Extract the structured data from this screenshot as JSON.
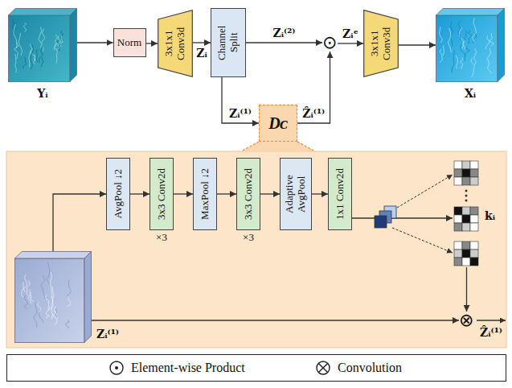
{
  "diagram": {
    "nodes": [
      {
        "text": [
          "Yᵢ"
        ]
      },
      {
        "text": [
          "Norm"
        ]
      },
      {
        "text": [
          "3x1x1 Conv3d"
        ]
      },
      {
        "text": [
          "Channel Split"
        ]
      },
      {
        "text": [
          "⊙"
        ]
      },
      {
        "text": [
          "Dᴄ"
        ]
      },
      {
        "text": [
          "3x1x1 Conv3d"
        ]
      },
      {
        "text": [
          "Xᵢ"
        ]
      },
      {
        "text": [
          "Zᵢ⁽¹⁾"
        ]
      },
      {
        "text": [
          "AvgPool ↓2"
        ]
      },
      {
        "text": [
          "3x3 Conv2d",
          "×3"
        ]
      },
      {
        "text": [
          "MaxPool ↓2"
        ]
      },
      {
        "text": [
          "3x3 Conv2d",
          "×3"
        ]
      },
      {
        "text": [
          "Adaptive AvgPool"
        ]
      },
      {
        "text": [
          "1x1 Conv2d"
        ]
      },
      {
        "text": [
          "kᵢ"
        ]
      },
      {
        "text": [
          "⊗"
        ]
      }
    ],
    "edges": [
      {
        "from": 0,
        "to": 1,
        "arrow": "to"
      },
      {
        "from": 1,
        "to": 2,
        "arrow": "to"
      },
      {
        "from": 2,
        "to": 3,
        "label": "Zᵢ",
        "arrow": "to"
      },
      {
        "from": 3,
        "to": 4,
        "label": "Zᵢ⁽²⁾",
        "arrow": "to"
      },
      {
        "from": 3,
        "to": 5,
        "label": "Zᵢ⁽¹⁾",
        "arrow": "to"
      },
      {
        "from": 5,
        "to": 4,
        "label": "Ẑᵢ⁽¹⁾",
        "arrow": "to"
      },
      {
        "from": 4,
        "to": 6,
        "label": "Zᵢᵉ",
        "arrow": "to"
      },
      {
        "from": 6,
        "to": 7,
        "arrow": "to"
      },
      {
        "from": 8,
        "to": 9,
        "arrow": "to"
      },
      {
        "from": 9,
        "to": 10,
        "arrow": "to"
      },
      {
        "from": 10,
        "to": 11,
        "arrow": "to"
      },
      {
        "from": 11,
        "to": 12,
        "arrow": "to"
      },
      {
        "from": 12,
        "to": 13,
        "arrow": "to"
      },
      {
        "from": 13,
        "to": 14,
        "arrow": "to"
      },
      {
        "from": 14,
        "to": 15,
        "arrow": "to"
      },
      {
        "from": 15,
        "to": 16,
        "arrow": "to"
      },
      {
        "from": 8,
        "to": 16,
        "arrow": "to"
      }
    ],
    "labels": [
      "Ẑᵢ⁽¹⁾"
    ],
    "legend": [
      {
        "text": "Element-wise Product"
      },
      {
        "text": "Convolution"
      }
    ]
  }
}
